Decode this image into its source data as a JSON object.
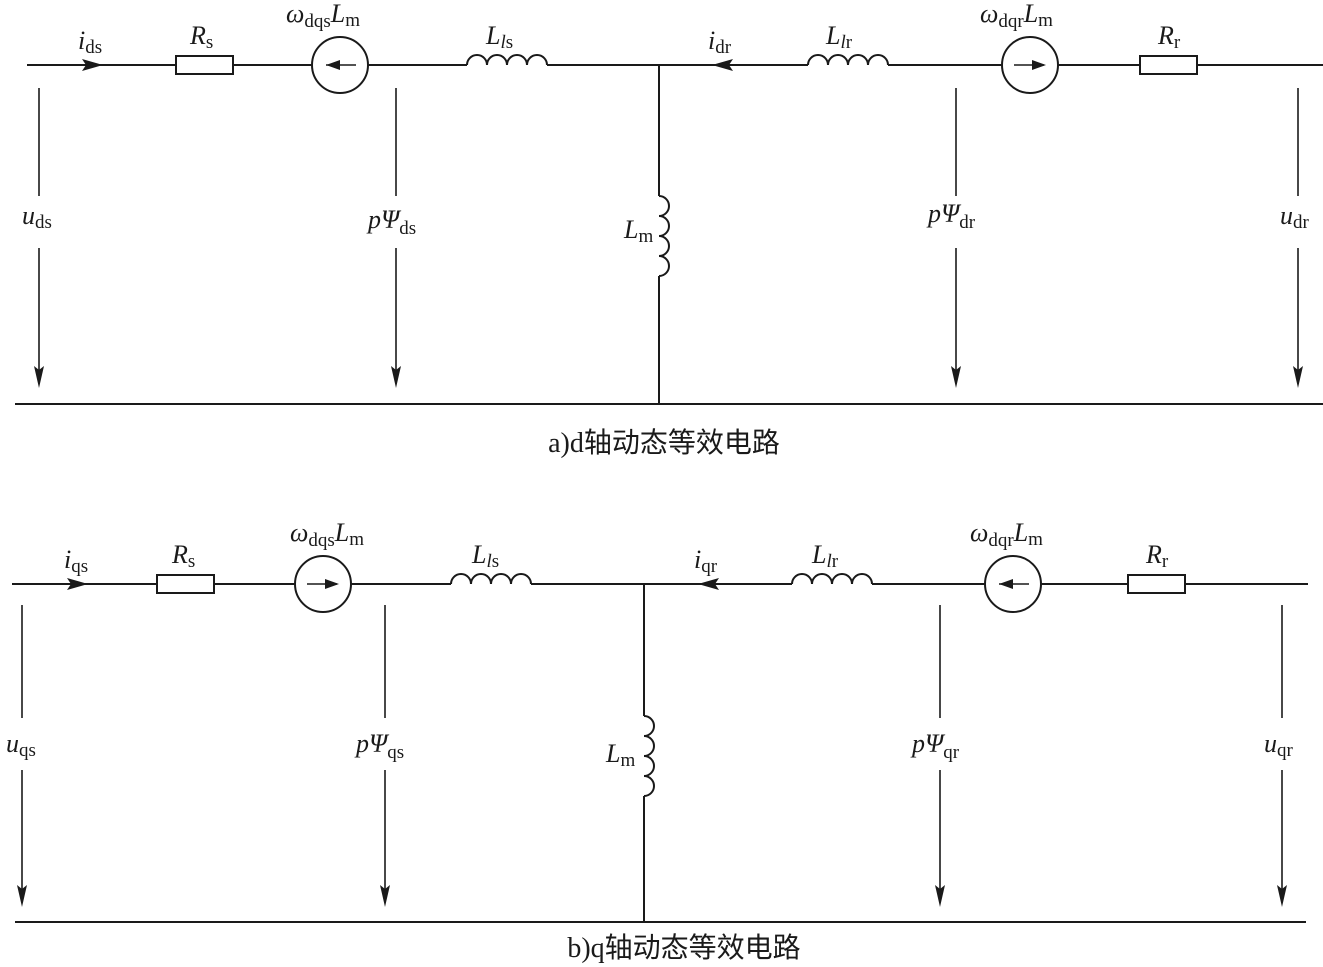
{
  "circuits": [
    {
      "id": "d",
      "caption": "a)d轴动态等效电路",
      "ids": {
        "main": "i",
        "sub": "ds"
      },
      "rs": {
        "main": "R",
        "sub": "s"
      },
      "src_s": {
        "main": "ω",
        "sub": "dqs",
        "tail": "L",
        "tailsub": "m"
      },
      "lls": {
        "main": "L",
        "subi": "l",
        "sub": "s"
      },
      "idr": {
        "main": "i",
        "sub": "dr"
      },
      "llr": {
        "main": "L",
        "subi": "l",
        "sub": "r"
      },
      "src_r": {
        "main": "ω",
        "sub": "dqr",
        "tail": "L",
        "tailsub": "m"
      },
      "rr": {
        "main": "R",
        "sub": "r"
      },
      "us": {
        "main": "u",
        "sub": "ds"
      },
      "psis": {
        "main": "pΨ",
        "sub": "ds"
      },
      "lm": {
        "main": "L",
        "sub": "m"
      },
      "psir": {
        "main": "pΨ",
        "sub": "dr"
      },
      "ur": {
        "main": "u",
        "sub": "dr"
      }
    },
    {
      "id": "q",
      "caption": "b)q轴动态等效电路",
      "ids": {
        "main": "i",
        "sub": "qs"
      },
      "rs": {
        "main": "R",
        "sub": "s"
      },
      "src_s": {
        "main": "ω",
        "sub": "dqs",
        "tail": "L",
        "tailsub": "m"
      },
      "lls": {
        "main": "L",
        "subi": "l",
        "sub": "s"
      },
      "idr": {
        "main": "i",
        "sub": "qr"
      },
      "llr": {
        "main": "L",
        "subi": "l",
        "sub": "r"
      },
      "src_r": {
        "main": "ω",
        "sub": "dqr",
        "tail": "L",
        "tailsub": "m"
      },
      "rr": {
        "main": "R",
        "sub": "r"
      },
      "us": {
        "main": "u",
        "sub": "qs"
      },
      "psis": {
        "main": "pΨ",
        "sub": "qs"
      },
      "lm": {
        "main": "L",
        "sub": "m"
      },
      "psir": {
        "main": "pΨ",
        "sub": "qr"
      },
      "ur": {
        "main": "u",
        "sub": "qr"
      }
    }
  ]
}
